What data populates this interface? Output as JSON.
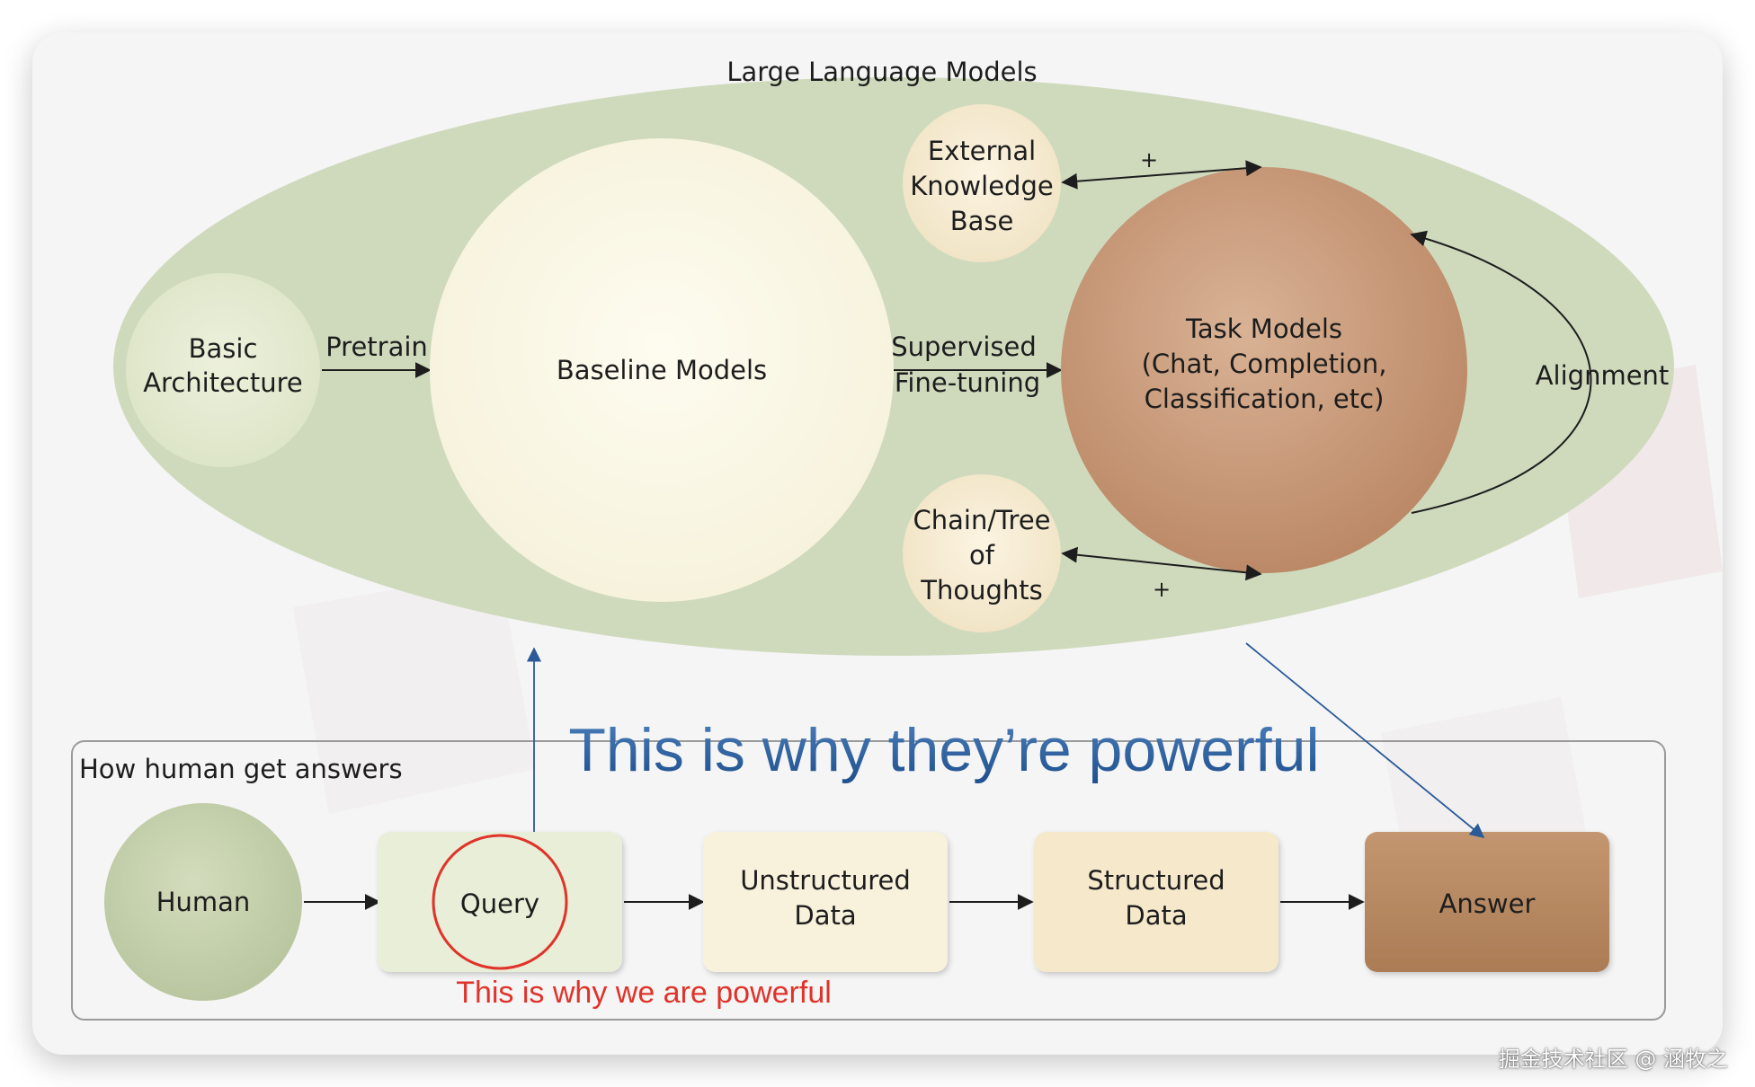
{
  "llm_region": {
    "title": "Large Language Models",
    "basic_architecture": [
      "Basic",
      "Architecture"
    ],
    "baseline_models": "Baseline Models",
    "external_kb": [
      "External",
      "Knowledge",
      "Base"
    ],
    "chain_tree": [
      "Chain/Tree",
      "of",
      "Thoughts"
    ],
    "task_models": [
      "Task Models",
      "(Chat, Completion,",
      "Classification, etc)"
    ],
    "edges": {
      "pretrain": "Pretrain",
      "sft": [
        "Supervised",
        "Fine-tuning"
      ],
      "alignment": "Alignment",
      "plus_top": "+",
      "plus_bottom": "+"
    }
  },
  "headline": "This is why they’re powerful",
  "human_flow": {
    "title": "How human get answers",
    "human": "Human",
    "query": "Query",
    "unstructured": [
      "Unstructured",
      "Data"
    ],
    "structured": [
      "Structured",
      "Data"
    ],
    "answer": "Answer",
    "note": "This is why we are powerful"
  },
  "watermark": "掘金技术社区 @ 涵牧之",
  "colors": {
    "llm_oval": "#cfdabd",
    "human_node": "#c7d2ae",
    "query_box": "#e8eed7",
    "unstructured_box": "#f8f1dc",
    "structured_box": "#f6e8cb",
    "answer_box": "#b88a62",
    "task_models": "#c9977a",
    "highlight_red": "#e0332a",
    "headline_blue": "#2e66a6",
    "link_blue": "#2a5a9a"
  }
}
